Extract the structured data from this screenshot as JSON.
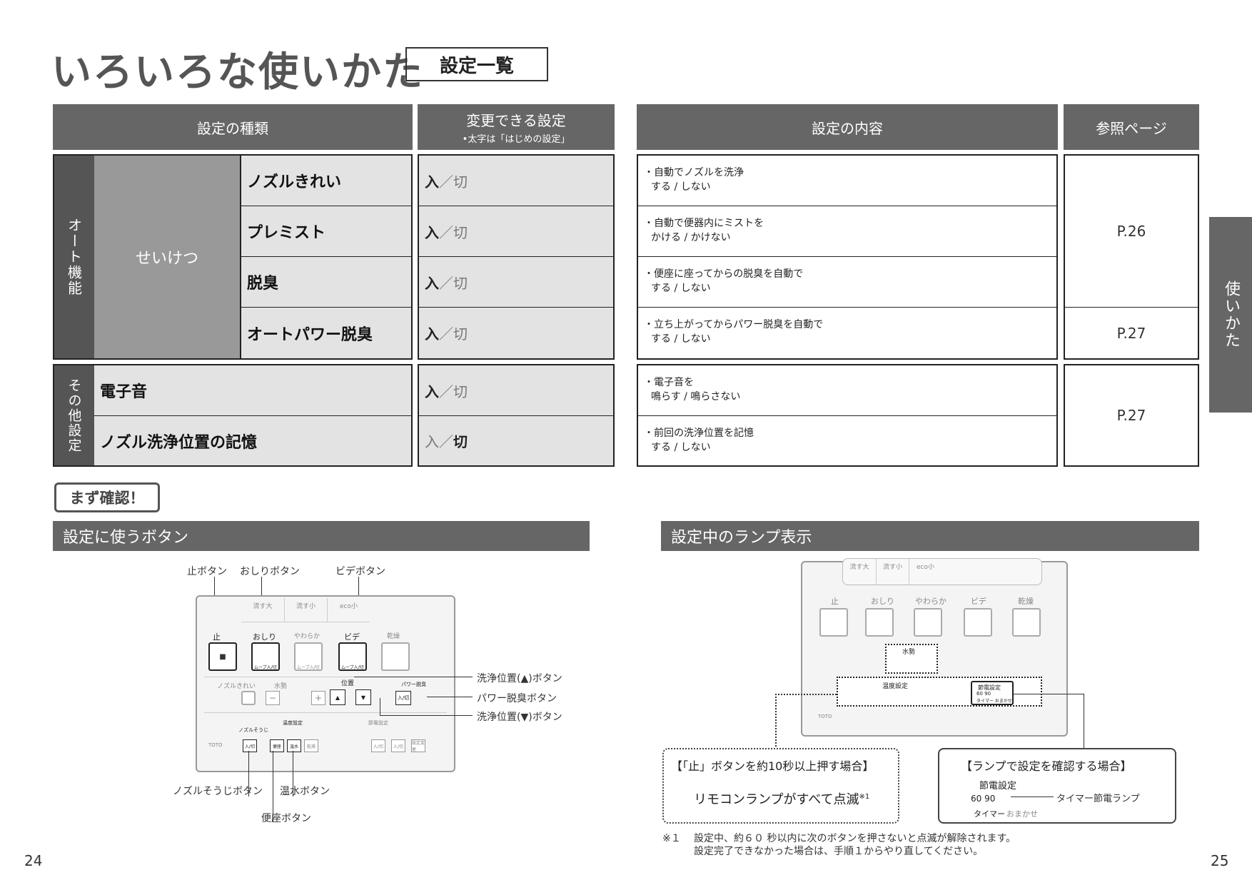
{
  "title": "いろいろな使いかた",
  "title_box": "設定一覧",
  "side_tab": "使いかた",
  "headers": {
    "type": "設定の種類",
    "changeable": "変更できる設定",
    "changeable_note": "•太字は「はじめの設定」",
    "content": "設定の内容",
    "ref": "参照ページ"
  },
  "auto": {
    "group": "オート機能",
    "sub": "せいけつ",
    "rows": [
      {
        "name": "ノズルきれい",
        "on": "入",
        "sep": "／",
        "off": "切",
        "desc1": "・自動でノズルを洗浄",
        "desc2": "する / しない"
      },
      {
        "name": "プレミスト",
        "on": "入",
        "sep": "／",
        "off": "切",
        "desc1": "・自動で便器内にミストを",
        "desc2": "かける / かけない"
      },
      {
        "name": "脱臭",
        "on": "入",
        "sep": "／",
        "off": "切",
        "desc1": "・便座に座ってからの脱臭を自動で",
        "desc2": "する / しない"
      },
      {
        "name": "オートパワー脱臭",
        "on": "入",
        "sep": "／",
        "off": "切",
        "desc1": "・立ち上がってからパワー脱臭を自動で",
        "desc2": "する / しない"
      }
    ],
    "ref1": "P.26",
    "ref2": "P.27"
  },
  "other": {
    "group": "その他設定",
    "rows": [
      {
        "name": "電子音",
        "on": "入",
        "sep": "／",
        "off": "切",
        "desc1": "・電子音を",
        "desc2": "鳴らす / 鳴らさない"
      },
      {
        "name": "ノズル洗浄位置の記憶",
        "on": "入",
        "sep": "／",
        "off": "切",
        "desc1": "・前回の洗浄位置を記憶",
        "desc2": "する / しない"
      }
    ],
    "ref": "P.27"
  },
  "kakunin": "まず確認！",
  "sec_buttons": "設定に使うボタン",
  "sec_lamps": "設定中のランプ表示",
  "left_remote": {
    "labels": {
      "stop": "止ボタン",
      "oshiri": "おしりボタン",
      "bidet": "ビデボタン",
      "up": "洗浄位置(▲)ボタン",
      "power": "パワー脱臭ボタン",
      "down": "洗浄位置(▼)ボタン",
      "nozzle": "ノズルそうじボタン",
      "onsui": "温水ボタン",
      "benza": "便座ボタン"
    },
    "top_keys": [
      "流す大",
      "流す小",
      "eco小"
    ],
    "main_keys": [
      "止",
      "おしり",
      "やわらか",
      "ビデ",
      "乾燥"
    ],
    "key_sub": "ムーブ入/切",
    "row2": [
      "ノズルきれい",
      "水勢",
      "位置",
      "パワー脱臭"
    ],
    "row3": [
      "ノズルそうじ",
      "温度設定",
      "節電設定"
    ],
    "mini": {
      "iri": "入/切",
      "benza": "便座",
      "onsui": "温水",
      "kanso": "乾燥",
      "setting": "設定変更"
    },
    "brand": "TOTO",
    "pos_up": "▲",
    "pos_down": "▼",
    "stop_glyph": "■"
  },
  "right_remote": {
    "top_keys": [
      "流す大",
      "流す小",
      "eco小"
    ],
    "main_keys": [
      "止",
      "おしり",
      "やわらか",
      "ビデ",
      "乾燥"
    ],
    "suisei": "水勢",
    "ondo": "温度設定",
    "setsuden": "節電設定",
    "timer_nums": "60 90",
    "timer_labels": "タイマー  おまかせ",
    "brand": "TOTO"
  },
  "callout1": {
    "title": "【「止」ボタンを約10秒以上押す場合】",
    "body": "リモコンランプがすべて点滅",
    "sup": "※1"
  },
  "callout2": {
    "title": "【ランプで設定を確認する場合】",
    "sub": "節電設定",
    "nums": "60  90",
    "timer": "タイマー",
    "omakase": "おまかせ",
    "lamp_label": "タイマー節電ランプ"
  },
  "note": {
    "mark": "※１",
    "line1": "設定中、約６０ 秒以内に次のボタンを押さないと点滅が解除されます。",
    "line2": "設定完了できなかった場合は、手順１からやり直してください。"
  },
  "page_left": "24",
  "page_right": "25"
}
